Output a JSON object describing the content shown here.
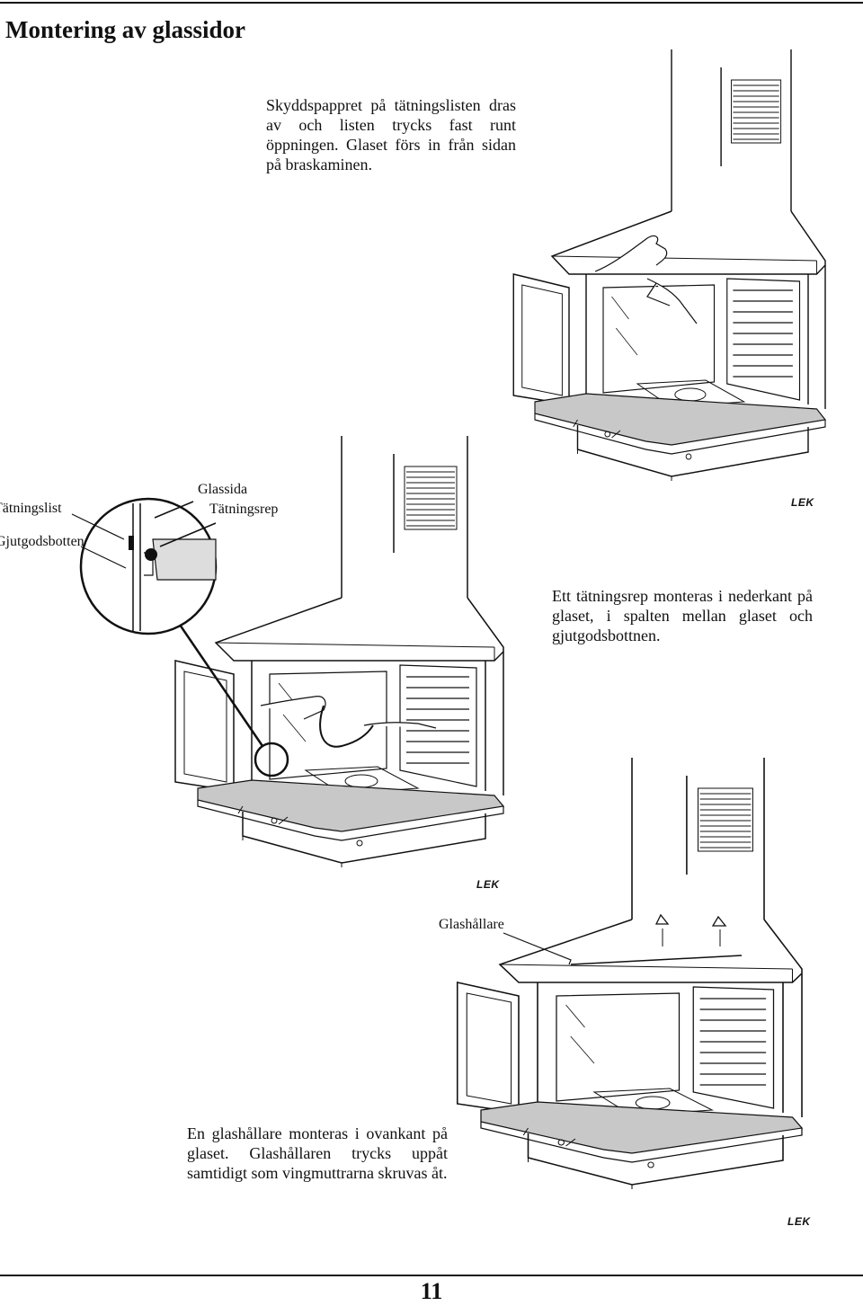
{
  "page": {
    "title": "Montering av glassidor",
    "page_number": "11"
  },
  "step1": {
    "text": "Skyddspappret på tätningslisten dras av och listen trycks fast runt öppningen. Glaset förs in från sidan på braskaminen."
  },
  "step2": {
    "text": "Ett tätningsrep monteras i nederkant på glaset, i spalten mellan glaset och gjutgodsbottnen.",
    "labels": {
      "glassida": "Glassida",
      "tatningsrep": "Tätningsrep",
      "tatningslist": "Tätningslist",
      "gjutgodsbotten": "Gjutgodsbotten"
    }
  },
  "step3": {
    "text": "En glashållare monteras i ovankant på glaset. Glashållaren trycks uppåt samtidigt som vingmuttrarna skruvas åt.",
    "labels": {
      "glashallare": "Glashållare"
    }
  },
  "brand": "LEK",
  "icons": [
    "fireplace-illustration",
    "hand-icon",
    "wing-nut-icon",
    "detail-circle",
    "pointer-arrow"
  ]
}
